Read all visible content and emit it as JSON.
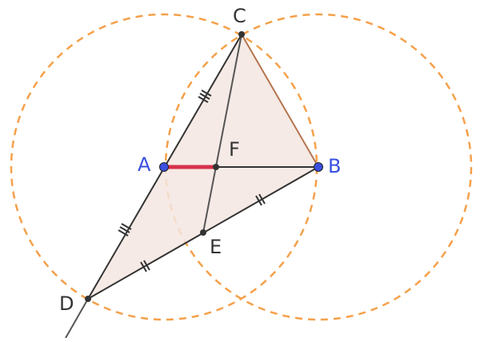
{
  "labels": {
    "A": "A",
    "B": "B",
    "C": "C",
    "D": "D",
    "E": "E",
    "F": "F"
  },
  "colors": {
    "circle": "#f5a04a",
    "fill": "#f3e6e0",
    "segment_ab_highlight": "#d6304b",
    "point_ab": "#3a4fe0",
    "point_other": "#333333",
    "label_ab": "#3a4fe0",
    "label_other": "#333333",
    "side_cb": "#b5754e",
    "lines": "#333333"
  }
}
